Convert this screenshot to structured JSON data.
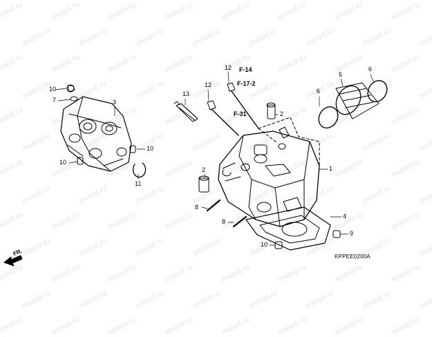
{
  "watermark": "motod.ru",
  "diagram_code": "KPPEE0200A",
  "direction_label": "FR.",
  "references": [
    "F-14",
    "F-17-2",
    "F-31"
  ],
  "part_callouts": [
    "1",
    "2",
    "2",
    "3",
    "4",
    "5",
    "6",
    "6",
    "7",
    "8",
    "8",
    "9",
    "10",
    "10",
    "10",
    "10",
    "11",
    "12",
    "12",
    "13"
  ]
}
